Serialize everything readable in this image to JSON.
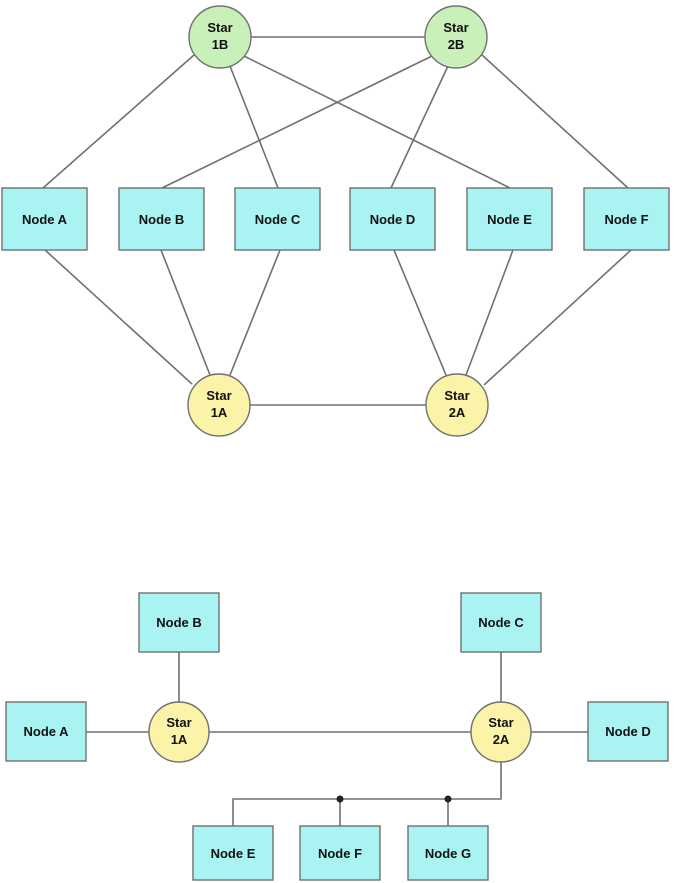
{
  "colors": {
    "node_fill": "#aaf3f3",
    "star_green_fill": "#c8f0b8",
    "star_yellow_fill": "#fbf3a8",
    "line": "#707070"
  },
  "diagram1": {
    "nodes": {
      "star_1b": [
        "Star",
        "1B"
      ],
      "star_2b": [
        "Star",
        "2B"
      ],
      "node_a": "Node A",
      "node_b": "Node B",
      "node_c": "Node C",
      "node_d": "Node D",
      "node_e": "Node E",
      "node_f": "Node F",
      "star_1a": [
        "Star",
        "1A"
      ],
      "star_2a": [
        "Star",
        "2A"
      ]
    },
    "edges": [
      [
        "star_1b",
        "star_2b"
      ],
      [
        "star_1b",
        "node_a"
      ],
      [
        "star_1b",
        "node_c"
      ],
      [
        "star_1b",
        "node_e"
      ],
      [
        "star_2b",
        "node_b"
      ],
      [
        "star_2b",
        "node_d"
      ],
      [
        "star_2b",
        "node_f"
      ],
      [
        "star_1a",
        "node_a"
      ],
      [
        "star_1a",
        "node_b"
      ],
      [
        "star_1a",
        "node_c"
      ],
      [
        "star_2a",
        "node_d"
      ],
      [
        "star_2a",
        "node_e"
      ],
      [
        "star_2a",
        "node_f"
      ],
      [
        "star_1a",
        "star_2a"
      ]
    ]
  },
  "diagram2": {
    "nodes": {
      "node_b": "Node B",
      "node_c": "Node C",
      "node_a": "Node A",
      "star_1a": [
        "Star",
        "1A"
      ],
      "star_2a": [
        "Star",
        "2A"
      ],
      "node_d": "Node D",
      "node_e": "Node E",
      "node_f": "Node F",
      "node_g": "Node G"
    },
    "edges": [
      [
        "node_a",
        "star_1a"
      ],
      [
        "node_b",
        "star_1a"
      ],
      [
        "star_1a",
        "star_2a"
      ],
      [
        "node_c",
        "star_2a"
      ],
      [
        "star_2a",
        "node_d"
      ],
      [
        "star_2a",
        "bus",
        "node_e",
        "node_f",
        "node_g"
      ]
    ]
  }
}
